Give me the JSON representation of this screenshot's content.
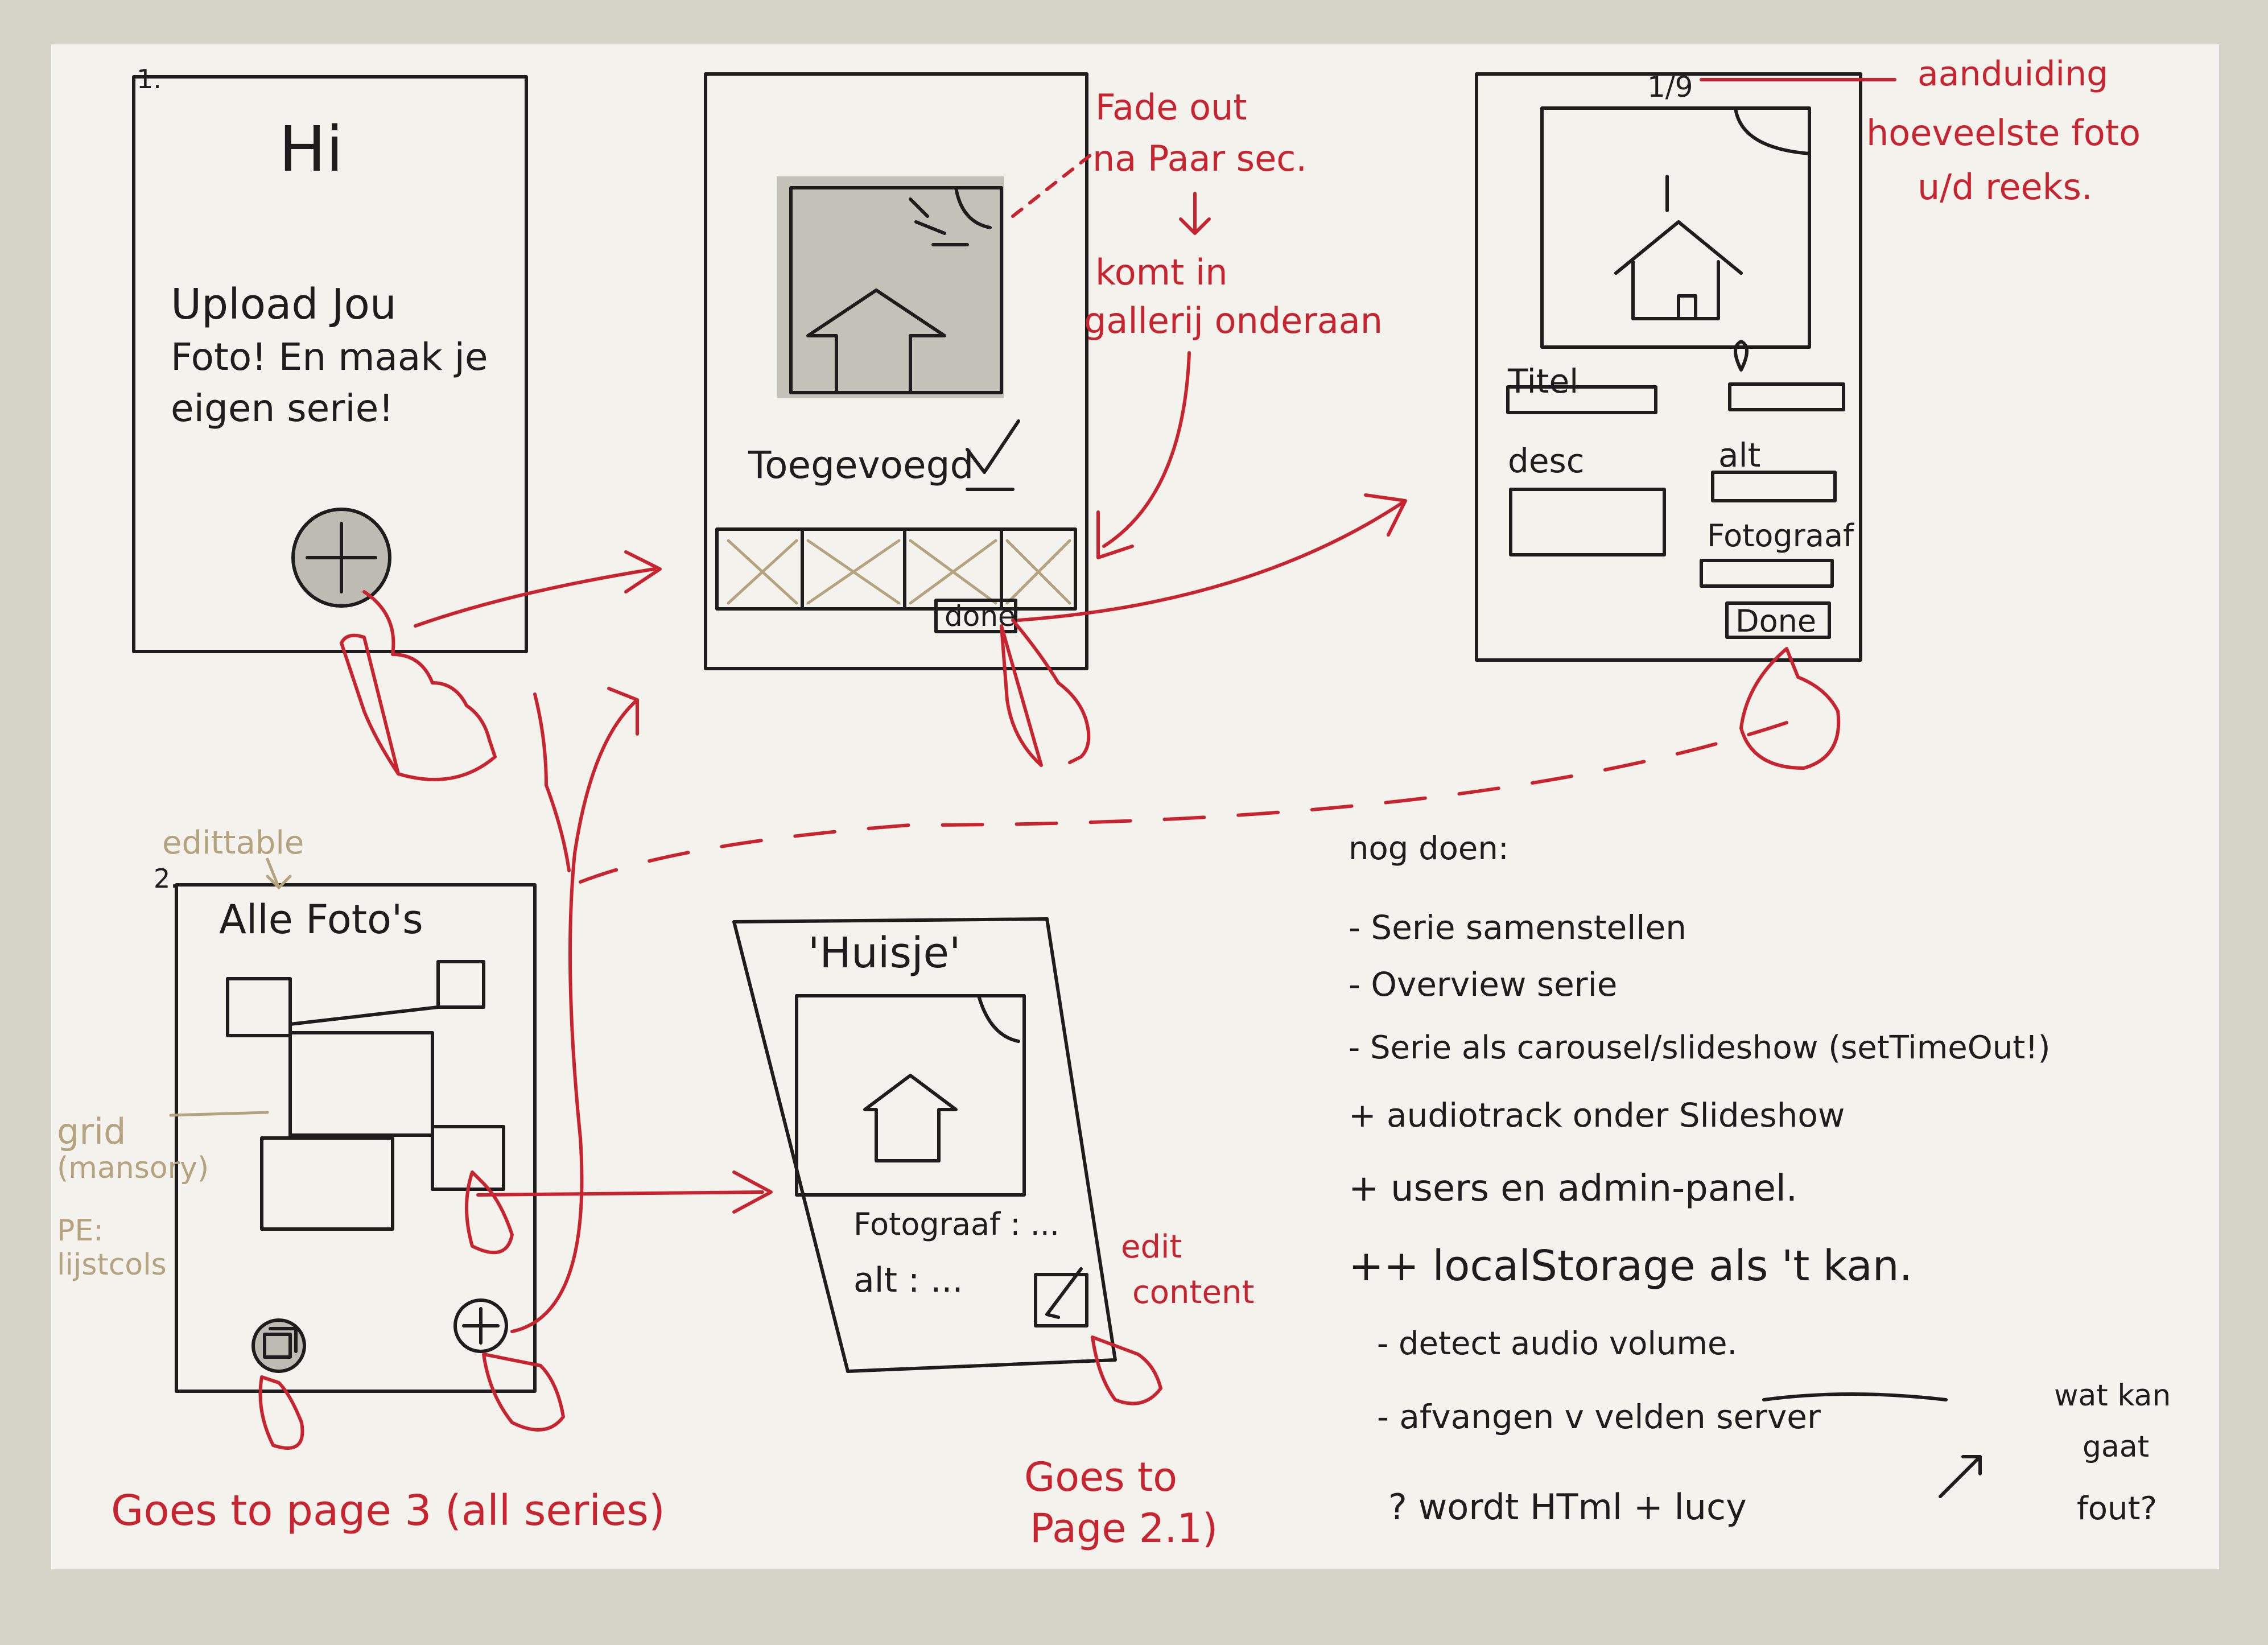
{
  "screens": {
    "s1": {
      "number": "1.",
      "greeting": "Hi",
      "message_lines": [
        "Upload Jou",
        "Foto! En maak je",
        "eigen serie!"
      ]
    },
    "s_upload": {
      "added_text": "Toegevoegd",
      "done_button": "done"
    },
    "s_edit": {
      "counter": "1/9",
      "title_label": "Titel",
      "desc_label": "desc",
      "alt_label": "alt",
      "photographer_label": "Fotograaf",
      "done_button": "Done"
    },
    "s2": {
      "number": "2.",
      "title": "Alle Foto's"
    },
    "s_detail": {
      "title": "'Huisje'",
      "photographer_field": "Fotograaf : ...",
      "alt_field": "alt : ..."
    }
  },
  "annotations": {
    "fade_out": [
      "Fade out",
      "na Paar sec."
    ],
    "gallery": [
      "komt in",
      "gallerij onderaan"
    ],
    "indicator": [
      "aanduiding",
      "hoeveelste foto",
      "u/d reeks."
    ],
    "edittable": "edittable",
    "grid": [
      "grid",
      "(mansory)"
    ],
    "pe": [
      "PE:",
      "lijstcols"
    ],
    "goes_page3": "Goes to page 3 (all series)",
    "edit_content": [
      "edit",
      "content"
    ],
    "goes_page21": [
      "Goes to",
      "Page 2.1)"
    ]
  },
  "todo": {
    "heading": "nog doen:",
    "items": [
      "- Serie samenstellen",
      "- Overview serie",
      "- Serie als carousel/slideshow (setTimeOut!)",
      "+ audiotrack onder Slideshow",
      "+ users en admin-panel.",
      "++ localStorage als 't kan.",
      "- detect audio volume.",
      "- afvangen v velden server",
      "? wordt HTml + lucy"
    ],
    "side_note": [
      "wat kan",
      "gaat",
      "fout?"
    ]
  },
  "colors": {
    "paper": "#f3f2ec",
    "ink": "#1e1c1c",
    "red_pen": "#c8232f",
    "tan_pen": "#b5a27f",
    "grey_marker": "#b7b5aa"
  },
  "icons": [
    "plus-icon",
    "upload-arrow-icon",
    "checkmark-icon",
    "house-icon",
    "location-pin-icon",
    "gallery-icon",
    "edit-icon",
    "pointing-hand-icon"
  ]
}
